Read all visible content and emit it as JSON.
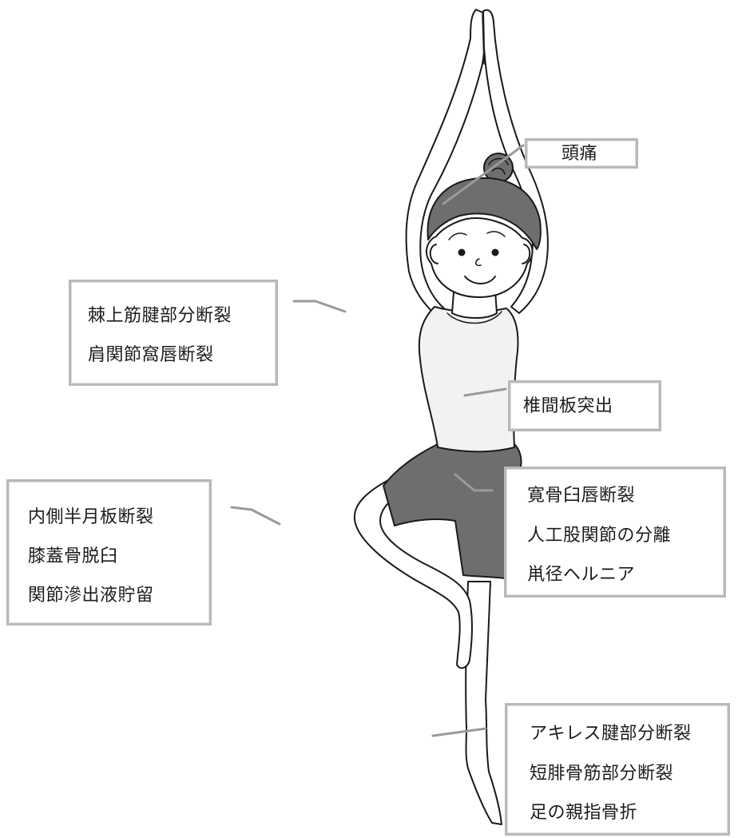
{
  "colors": {
    "outline": "#1a1a1a",
    "hair": "#5a5a5a",
    "shorts": "#6e6e6e",
    "shirt": "#f2f2f2",
    "skin": "#ffffff",
    "box_border": "#b9b9b9",
    "leader": "#9a9a9a"
  },
  "labels": {
    "headache": [
      "頭痛"
    ],
    "shoulder": [
      "棘上筋腱部分断裂",
      "肩関節窩唇断裂"
    ],
    "spine": [
      "椎間板突出"
    ],
    "hip": [
      "寛骨臼唇断裂",
      "人工股関節の分離",
      "鼡径ヘルニア"
    ],
    "knee": [
      "内側半月板断裂",
      "膝蓋骨脱臼",
      "関節滲出液貯留"
    ],
    "ankle": [
      "アキレス腱部分断裂",
      "短腓骨筋部分断裂",
      "足の親指骨折"
    ]
  }
}
